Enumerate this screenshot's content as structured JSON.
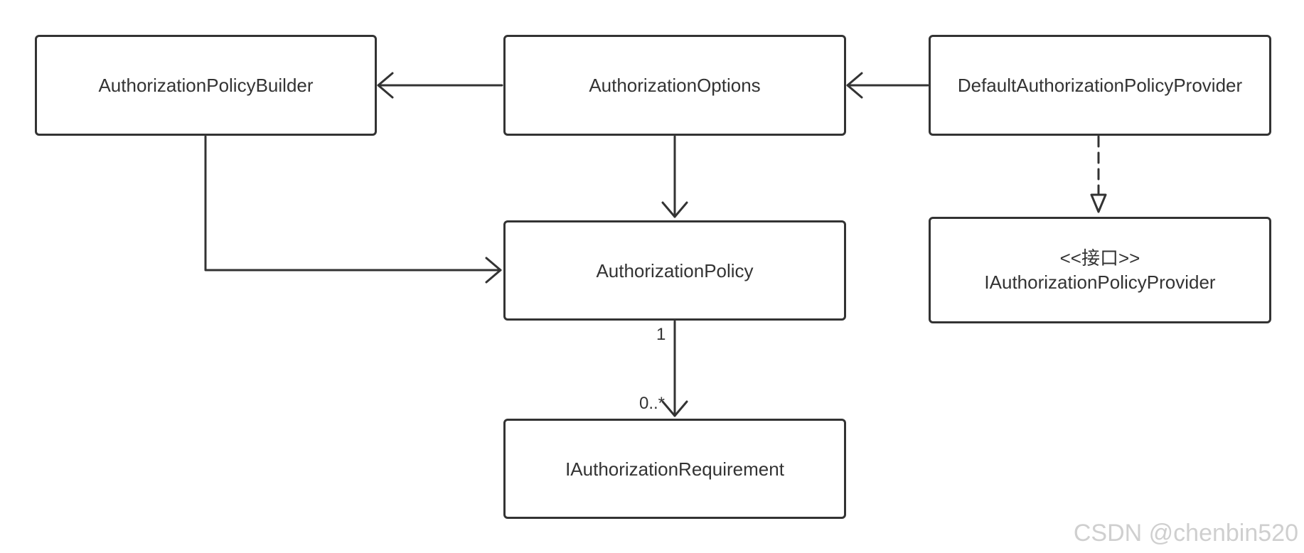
{
  "colors": {
    "stroke": "#333333",
    "text": "#333333",
    "background": "#ffffff",
    "watermark": "#cfcfcf"
  },
  "classes": {
    "authorization_policy_builder": "AuthorizationPolicyBuilder",
    "authorization_options": "AuthorizationOptions",
    "default_authorization_policy_provider": "DefaultAuthorizationPolicyProvider",
    "authorization_policy": "AuthorizationPolicy",
    "authorization_requirement": "IAuthorizationRequirement"
  },
  "interface_box": {
    "stereotype": "<<接口>>",
    "name": "IAuthorizationPolicyProvider"
  },
  "multiplicity": {
    "source": "1",
    "target": "0..*"
  },
  "watermark": "CSDN @chenbin520"
}
